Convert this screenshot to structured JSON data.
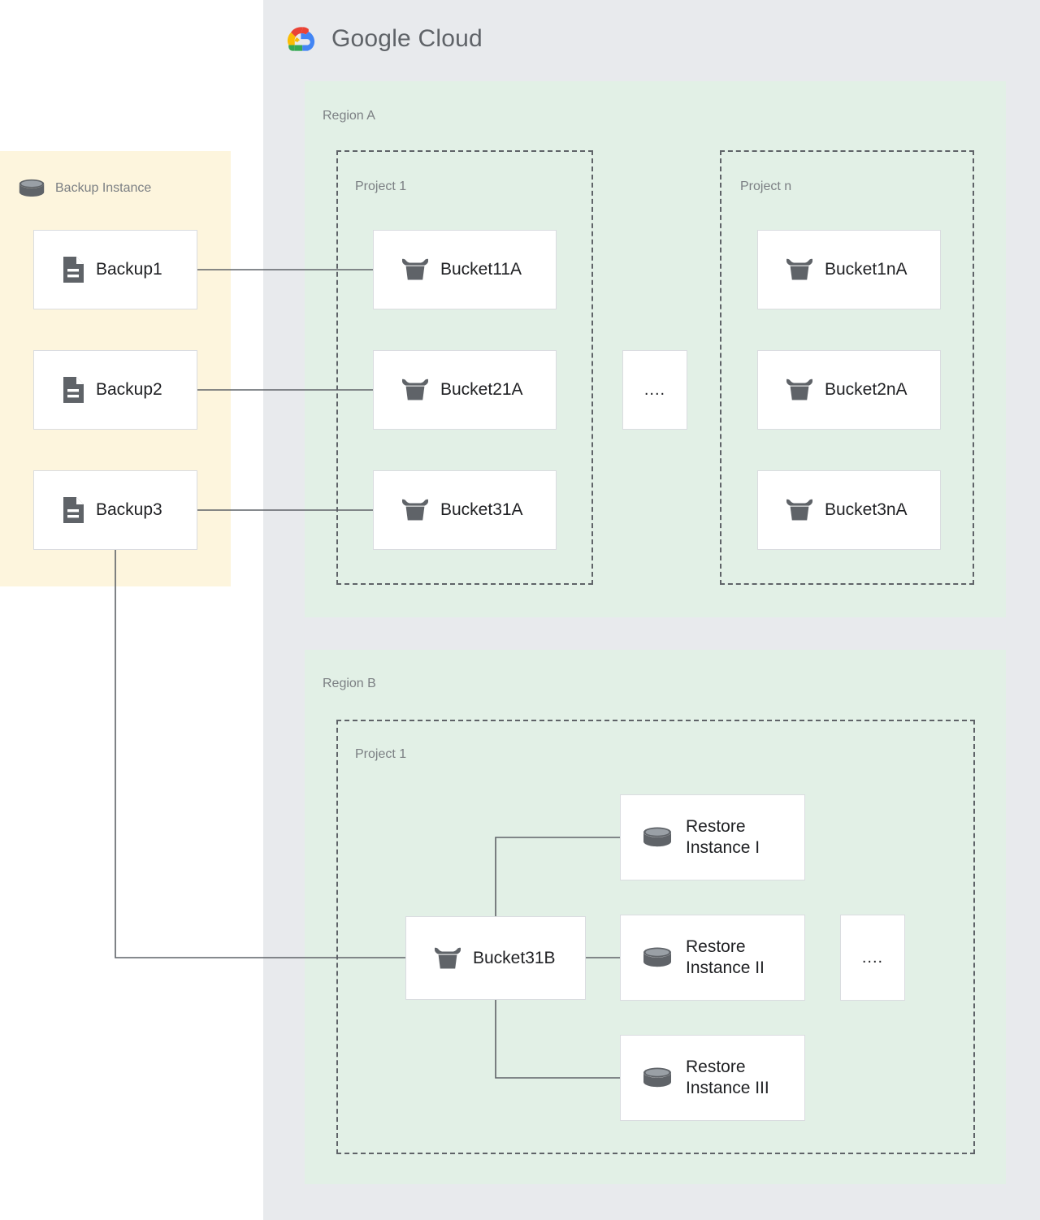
{
  "brand": {
    "name_bold": "Google",
    "name_light": "Cloud",
    "logo_icon": "google-cloud-logo",
    "logo_colors": {
      "red": "#ea4335",
      "yellow": "#fbbc04",
      "green": "#34a853",
      "blue": "#4285f4"
    }
  },
  "colors": {
    "canvas_gray": "#e8eaed",
    "region_green": "#e2f0e6",
    "backup_yellow": "#fdf5dd",
    "node_white": "#ffffff",
    "node_border": "#dadce0",
    "icon_gray": "#5f6368",
    "connector": "#5f6368",
    "label_gray": "#7b7f83",
    "text_dark": "#202124"
  },
  "backup_panel": {
    "title": "Backup Instance",
    "icon": "database-icon",
    "items": [
      {
        "label": "Backup1",
        "icon": "document-icon"
      },
      {
        "label": "Backup2",
        "icon": "document-icon"
      },
      {
        "label": "Backup3",
        "icon": "document-icon"
      }
    ]
  },
  "regions": [
    {
      "label": "Region A",
      "projects": [
        {
          "label": "Project 1",
          "nodes": [
            {
              "label": "Bucket11A",
              "icon": "bucket-icon"
            },
            {
              "label": "Bucket21A",
              "icon": "bucket-icon"
            },
            {
              "label": "Bucket31A",
              "icon": "bucket-icon"
            }
          ]
        },
        {
          "label": "Project n",
          "nodes": [
            {
              "label": "Bucket1nA",
              "icon": "bucket-icon"
            },
            {
              "label": "Bucket2nA",
              "icon": "bucket-icon"
            },
            {
              "label": "Bucket3nA",
              "icon": "bucket-icon"
            }
          ]
        }
      ],
      "ellipsis": "...."
    },
    {
      "label": "Region B",
      "projects": [
        {
          "label": "Project 1",
          "nodes": [
            {
              "label": "Bucket31B",
              "icon": "bucket-icon"
            },
            {
              "label": "Restore\nInstance I",
              "icon": "database-icon"
            },
            {
              "label": "Restore\nInstance II",
              "icon": "database-icon"
            },
            {
              "label": "Restore\nInstance III",
              "icon": "database-icon"
            }
          ]
        }
      ],
      "ellipsis": "...."
    }
  ],
  "connections": [
    {
      "from": "Backup1",
      "to": "Bucket11A"
    },
    {
      "from": "Backup2",
      "to": "Bucket21A"
    },
    {
      "from": "Backup3",
      "to": "Bucket31A"
    },
    {
      "from": "Backup3",
      "to": "Bucket31B"
    },
    {
      "from": "Bucket31B",
      "to": "Restore Instance I"
    },
    {
      "from": "Bucket31B",
      "to": "Restore Instance II"
    },
    {
      "from": "Bucket31B",
      "to": "Restore Instance III"
    }
  ]
}
